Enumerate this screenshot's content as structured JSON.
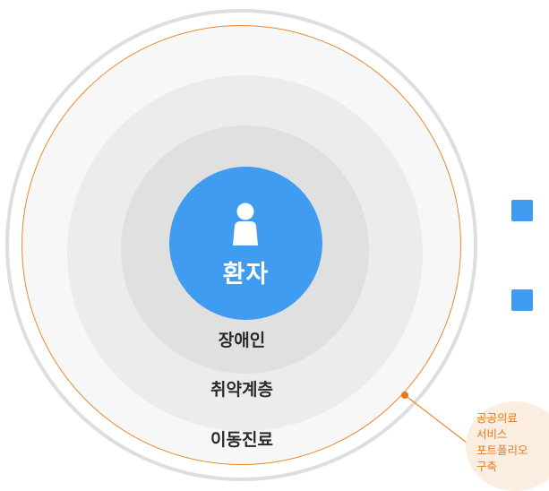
{
  "center": {
    "label": "환자",
    "icon": "person-icon"
  },
  "rings": {
    "inner_label": "장애인",
    "mid_label": "취약계층",
    "outer_label": "이동진료"
  },
  "callout": {
    "lines": [
      "공공의료",
      "서비스",
      "포트폴리오",
      "구축"
    ]
  },
  "colors": {
    "primary_blue": "#3f9cf0",
    "accent_orange": "#e8892f",
    "callout_bg": "#fbeee0"
  }
}
